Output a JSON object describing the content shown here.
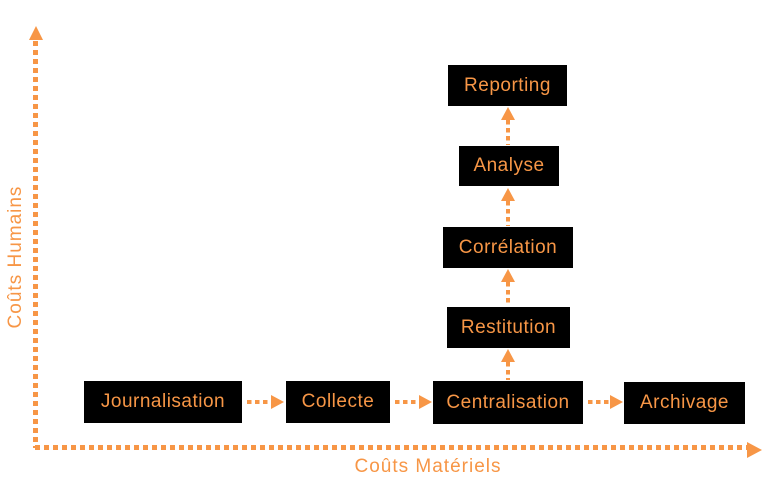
{
  "diagram": {
    "title_hint": "log management cost diagram",
    "colors": {
      "accent_orange": "#F79646",
      "box_background": "#000000",
      "page_background": "#ffffff"
    },
    "axes": {
      "y_label": "Coûts Humains",
      "x_label": "Coûts Matériels"
    },
    "bottom_row": [
      {
        "label": "Journalisation"
      },
      {
        "label": "Collecte"
      },
      {
        "label": "Centralisation"
      },
      {
        "label": "Archivage"
      }
    ],
    "stack": [
      {
        "label": "Restitution"
      },
      {
        "label": "Corrélation"
      },
      {
        "label": "Analyse"
      },
      {
        "label": "Reporting"
      }
    ]
  }
}
